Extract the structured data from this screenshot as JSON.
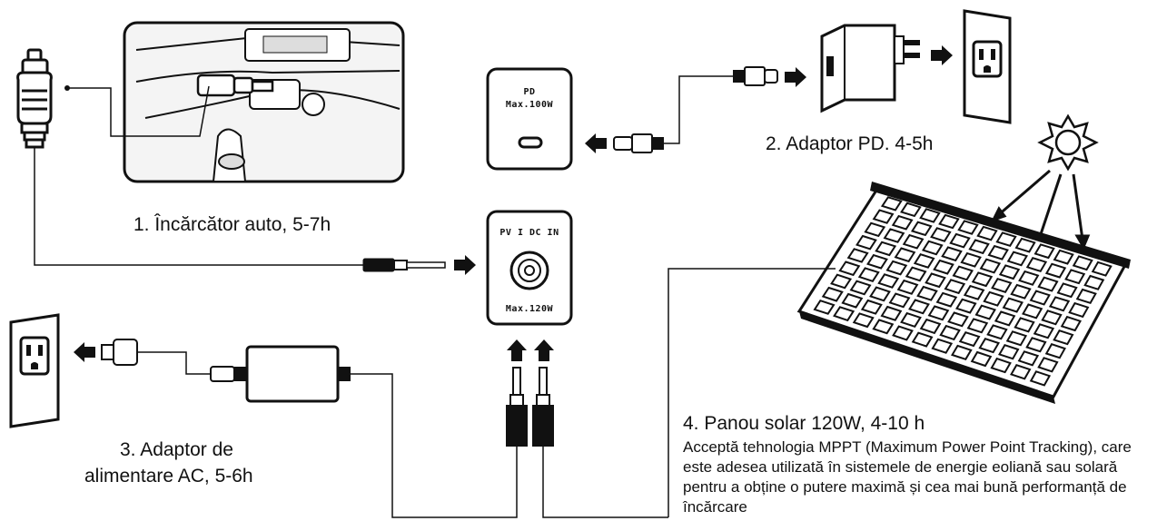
{
  "ports": {
    "pd_label": "PD",
    "pd_max": "Max.100W",
    "dc_label": "PV I DC IN",
    "dc_max": "Max.120W"
  },
  "labels": {
    "car_charger": "1. Încărcător auto, 5-7h",
    "pd_adapter": "2. Adaptor PD. 4-5h",
    "ac_adapter_line1": "3. Adaptor de",
    "ac_adapter_line2": "alimentare AC, 5-6h",
    "solar_title": "4. Panou solar 120W, 4-10 h",
    "solar_description": "Acceptă tehnologia MPPT (Maximum Power Point Tracking), care este adesea utilizată în sistemele de energie eoliană sau solară pentru a obține o putere maximă și cea mai bună performanță de încărcare"
  }
}
